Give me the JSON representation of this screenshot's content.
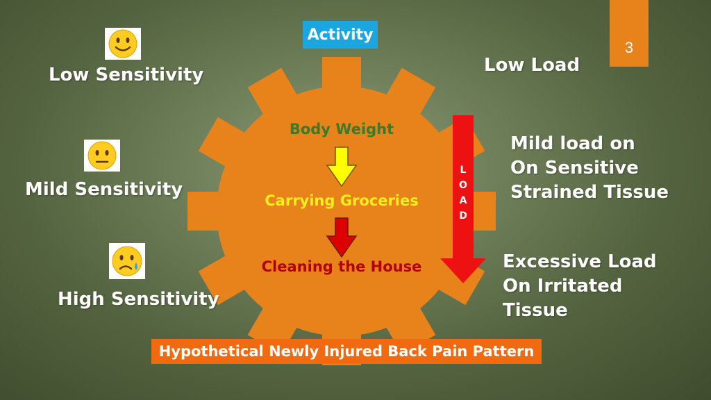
{
  "page_number": "3",
  "activity_label": "Activity",
  "gear": {
    "body_weight": "Body Weight",
    "carrying_groceries": "Carrying Groceries",
    "cleaning_the_house": "Cleaning the House"
  },
  "load_arrow_letters": [
    "L",
    "O",
    "A",
    "D"
  ],
  "sensitivity": {
    "low": {
      "label": "Low Sensitivity",
      "emoji": "slightly-smiling-face-icon"
    },
    "mild": {
      "label": "Mild Sensitivity",
      "emoji": "neutral-face-icon"
    },
    "high": {
      "label": "High Sensitivity",
      "emoji": "sad-tear-face-icon"
    }
  },
  "load_levels": {
    "low": "Low Load",
    "mild": [
      "Mild load on",
      "On Sensitive",
      "Strained Tissue"
    ],
    "excessive": [
      "Excessive Load",
      "On Irritated",
      "Tissue"
    ]
  },
  "footer": "Hypothetical Newly Injured Back Pain Pattern",
  "colors": {
    "gear": "#e8831b",
    "activity_bg": "#1ca6e0",
    "footer_bg": "#f26a10",
    "body_weight_text": "#3a7a2c",
    "groceries_text": "#ffef1a",
    "cleaning_text": "#b30000",
    "load_arrow": "#ee1111",
    "small_arrow_yellow": "#ffff00",
    "small_arrow_red": "#dd0000"
  }
}
